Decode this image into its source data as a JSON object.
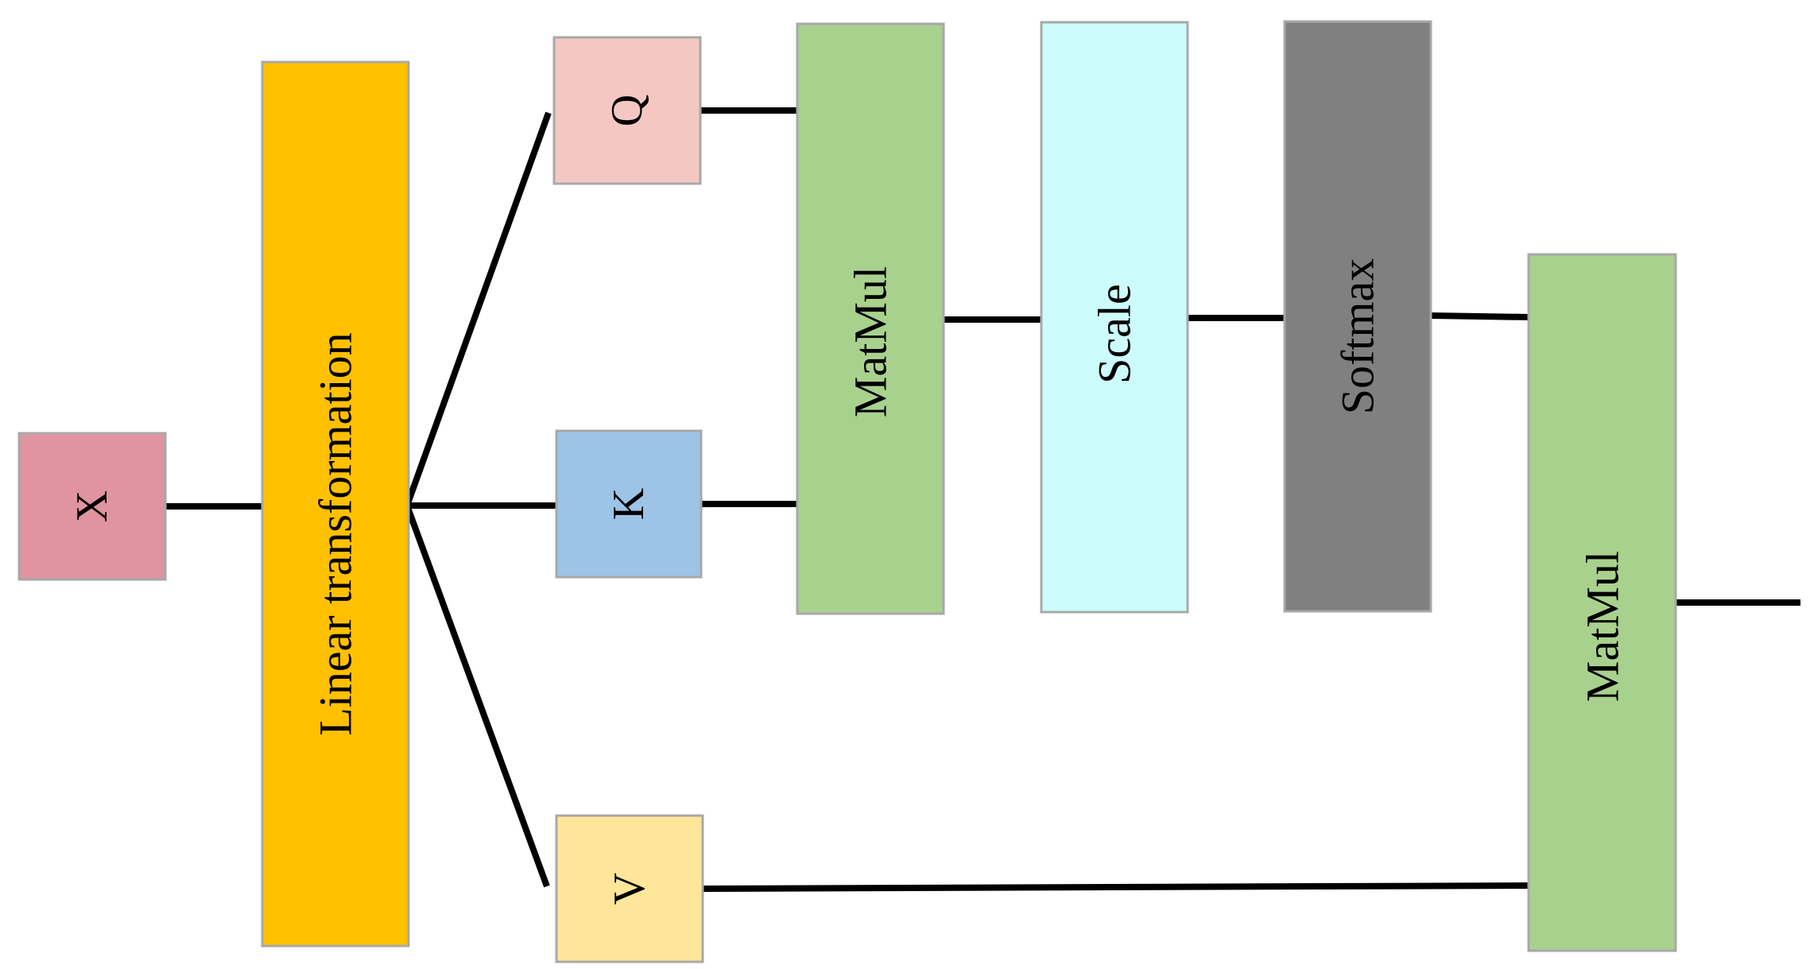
{
  "nodes": {
    "x": {
      "label": "X",
      "color": "#e0949f"
    },
    "linear": {
      "label": "Linear transformation",
      "color": "#ffc000"
    },
    "q": {
      "label": "Q",
      "color": "#f4c7c3"
    },
    "k": {
      "label": "K",
      "color": "#9dc3e6"
    },
    "v": {
      "label": "V",
      "color": "#ffe699"
    },
    "matmul1": {
      "label": "MatMul",
      "color": "#a9d18e"
    },
    "scale": {
      "label": "Scale",
      "color": "#ccfcfc"
    },
    "softmax": {
      "label": "Softmax",
      "color": "#808080"
    },
    "matmul2": {
      "label": "MatMul",
      "color": "#a9d18e"
    }
  },
  "edges": [
    {
      "from": "x",
      "to": "linear"
    },
    {
      "from": "linear",
      "to": "q"
    },
    {
      "from": "linear",
      "to": "k"
    },
    {
      "from": "linear",
      "to": "v"
    },
    {
      "from": "q",
      "to": "matmul1"
    },
    {
      "from": "k",
      "to": "matmul1"
    },
    {
      "from": "matmul1",
      "to": "scale"
    },
    {
      "from": "scale",
      "to": "softmax"
    },
    {
      "from": "softmax",
      "to": "matmul2"
    },
    {
      "from": "v",
      "to": "matmul2"
    },
    {
      "from": "matmul2",
      "to": "output"
    }
  ]
}
